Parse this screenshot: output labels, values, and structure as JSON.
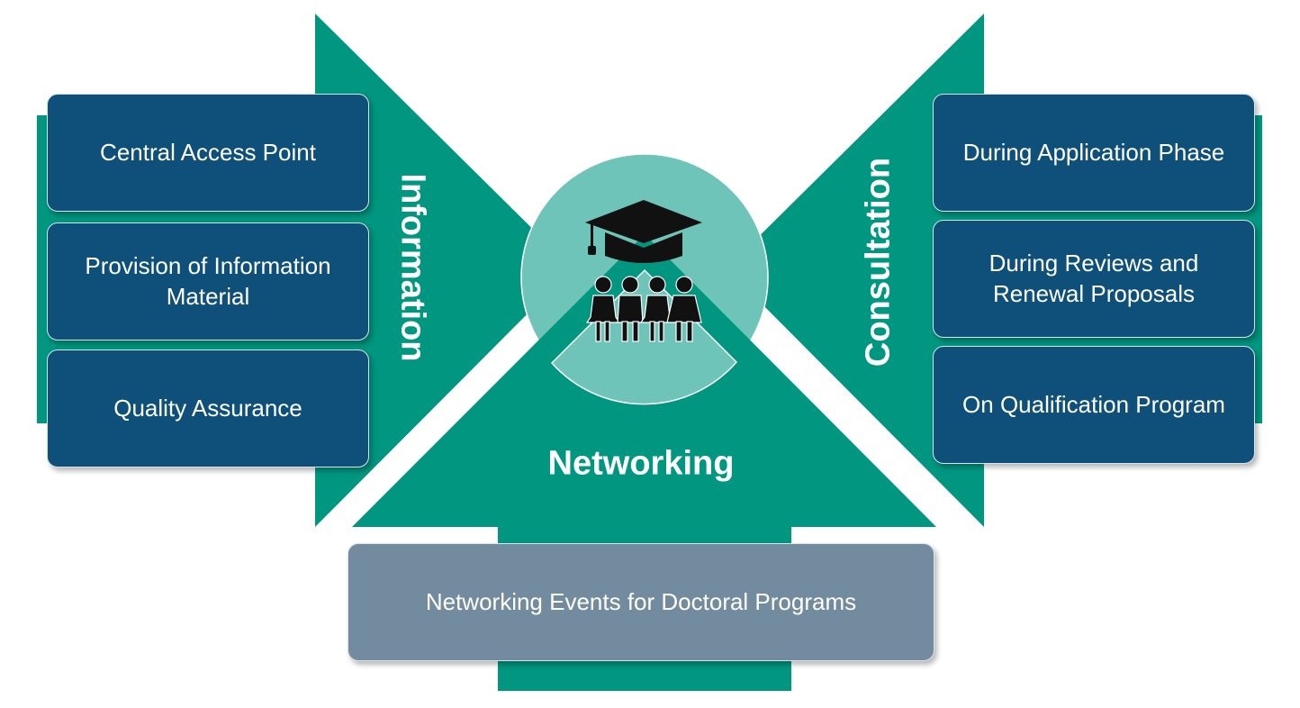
{
  "colors": {
    "teal": "#00967f",
    "circle": "#6ec4b8",
    "navy_box": "#0e5079",
    "slate_box": "#738b9e",
    "icon": "#111111"
  },
  "center_icon": "graduation-cap-with-group-of-people-icon",
  "information": {
    "title": "Information",
    "items": [
      "Central Access Point",
      "Provision of Information Material",
      "Quality Assurance"
    ]
  },
  "consultation": {
    "title": "Consultation",
    "items": [
      "During Application Phase",
      "During Reviews and Renewal Proposals",
      "On Qualification Program"
    ]
  },
  "networking": {
    "title": "Networking",
    "items": [
      "Networking Events for Doctoral Programs"
    ]
  }
}
